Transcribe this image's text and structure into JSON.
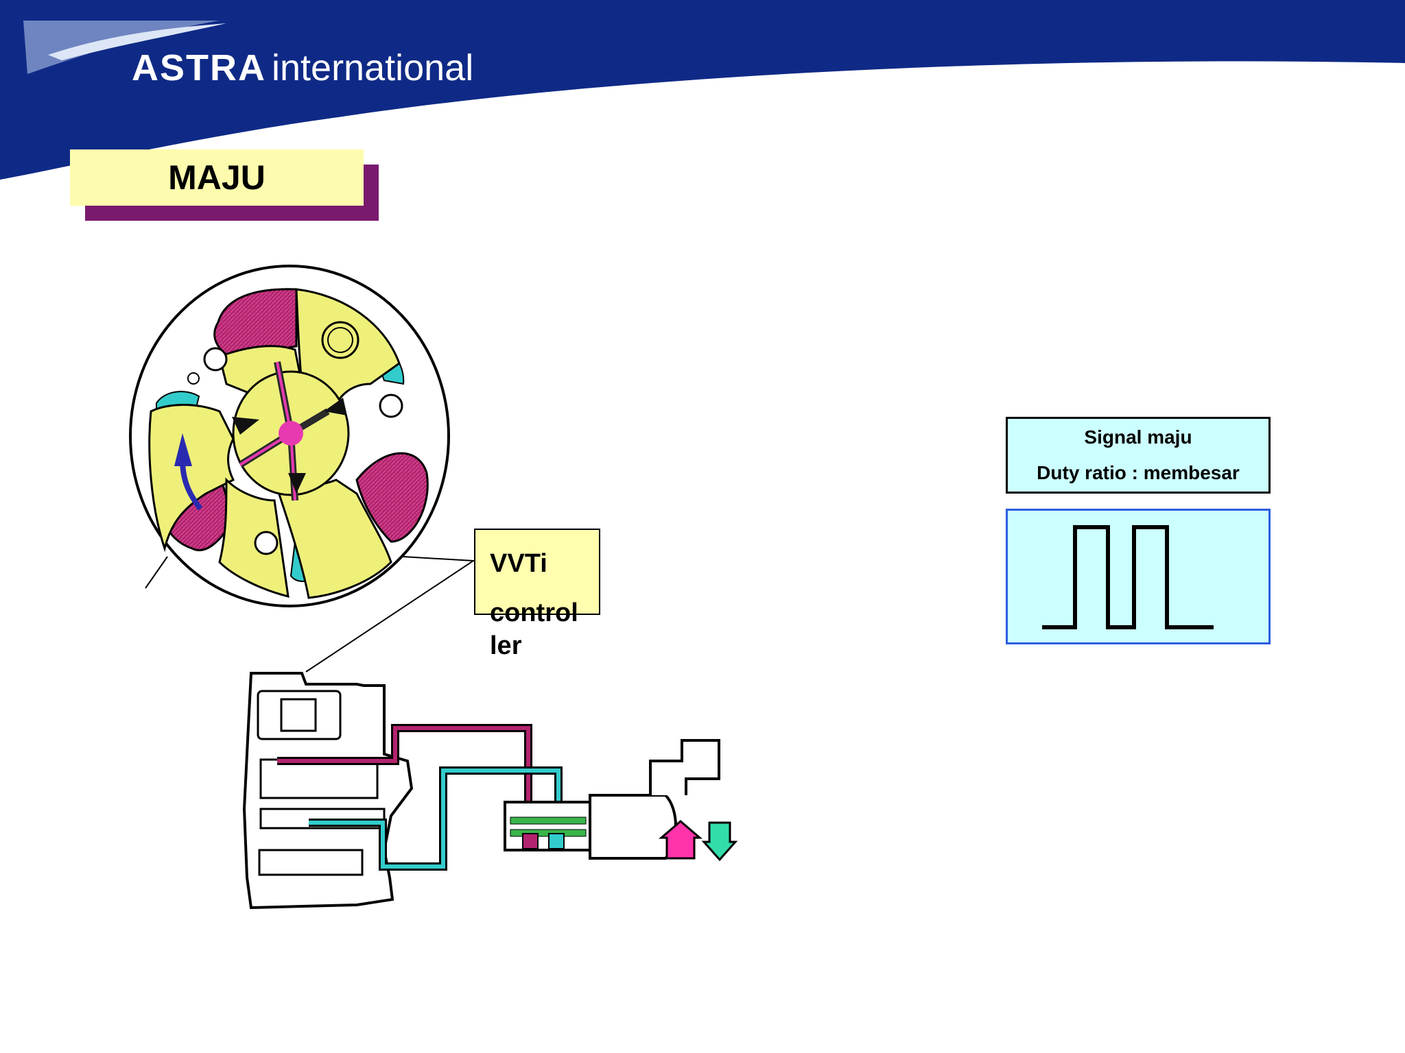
{
  "header": {
    "brand_bold": "ASTRA",
    "brand_light": "international",
    "colors": {
      "banner": "#0f2a86",
      "logo_swoosh": "#b8c7e6"
    }
  },
  "slide": {
    "title": "MAJU",
    "title_colors": {
      "fill": "#fdfcae",
      "shadow": "#7a1a6e"
    }
  },
  "callout": {
    "line1": "VVTi",
    "line2": "control",
    "line3": "ler"
  },
  "signal": {
    "line1": "Signal maju",
    "line2": "Duty ratio : membesar"
  },
  "diagram_colors": {
    "magenta_chamber": "#b3246f",
    "yellow_vane": "#eef07a",
    "cyan_chamber": "#33cccc",
    "arrow_up": "#ff33aa",
    "arrow_down": "#33ddaa",
    "rotation_arrow": "#2a2ab0"
  },
  "icons": [
    "rotation-arrow-icon",
    "oil-up-arrow-icon",
    "oil-down-arrow-icon"
  ]
}
